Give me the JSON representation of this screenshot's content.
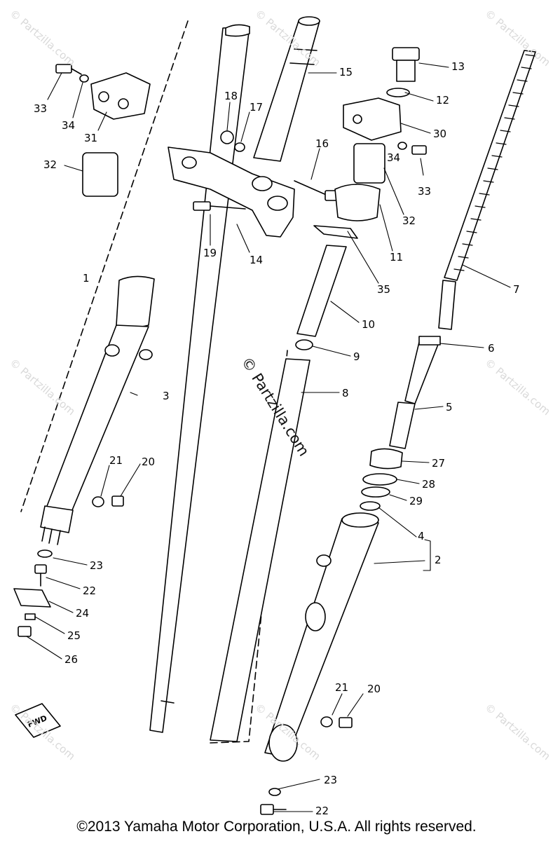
{
  "watermark": "© Partzilla.com",
  "center_watermark": "© Partzilla.com",
  "fwd_badge": "FWD",
  "copyright": "©2013 Yamaha Motor Corporation, U.S.A. All rights reserved.",
  "callouts": [
    "33",
    "34",
    "31",
    "32",
    "1",
    "3",
    "21",
    "20",
    "23",
    "22",
    "24",
    "25",
    "26",
    "18",
    "17",
    "15",
    "19",
    "14",
    "16",
    "12",
    "13",
    "30",
    "34",
    "33",
    "32",
    "11",
    "35",
    "10",
    "9",
    "8",
    "6",
    "5",
    "7",
    "27",
    "28",
    "29",
    "4",
    "2",
    "21",
    "20",
    "23",
    "22"
  ]
}
